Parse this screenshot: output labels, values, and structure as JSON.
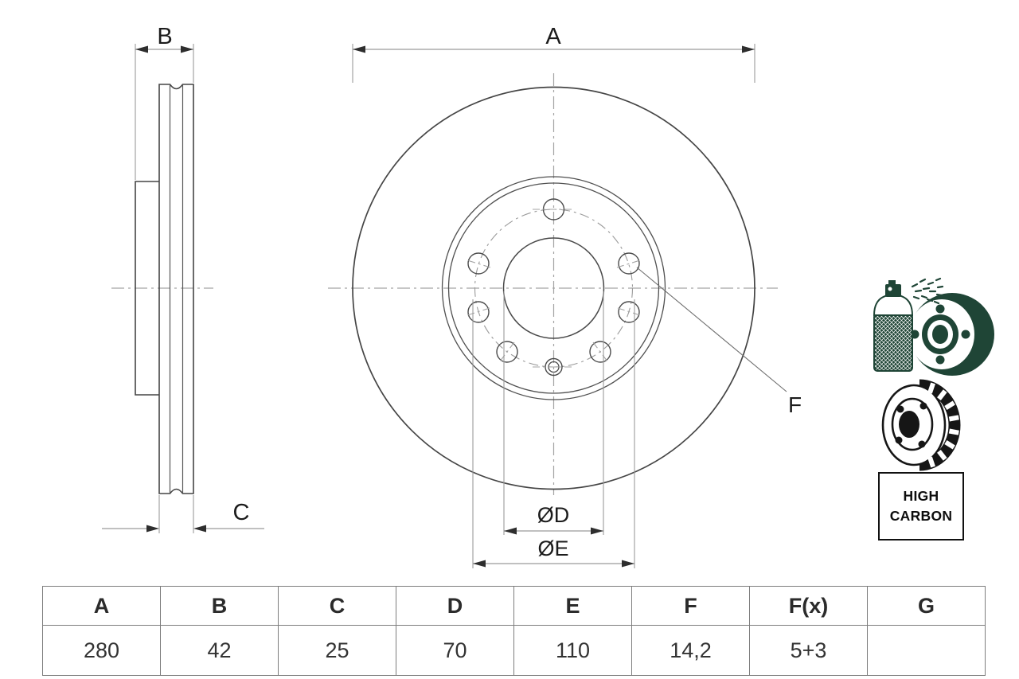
{
  "drawing": {
    "title": "brake-disc-technical-drawing",
    "dimension_labels": {
      "a": "A",
      "b": "B",
      "c": "C",
      "d": "ØD",
      "e": "ØE",
      "f": "F"
    }
  },
  "icons": {
    "spray_coating": "coated-disc-spray-icon",
    "vented_disc": "vented-disc-icon",
    "green": "#1f4536",
    "black": "#161616"
  },
  "badge": {
    "line1": "HIGH",
    "line2": "CARBON"
  },
  "table": {
    "headers": [
      "A",
      "B",
      "C",
      "D",
      "E",
      "F",
      "F(x)",
      "G"
    ],
    "values": [
      "280",
      "42",
      "25",
      "70",
      "110",
      "14,2",
      "5+3",
      ""
    ]
  }
}
